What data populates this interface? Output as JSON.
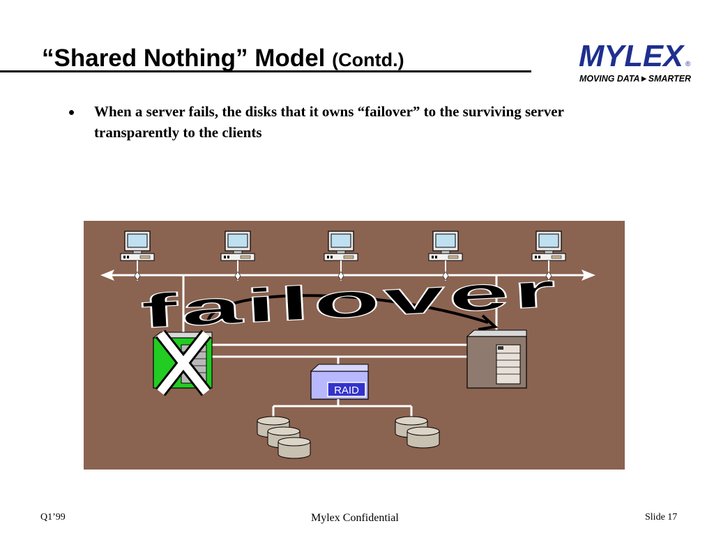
{
  "slide": {
    "title_main": "“Shared Nothing” Model",
    "title_sub": "(Contd.)",
    "bullets": [
      "When a server fails, the disks that it owns “failover” to the surviving server transparently to the clients"
    ]
  },
  "logo": {
    "name": "MYLEX",
    "tagline": "MOVING DATA►SMARTER",
    "registered": "®"
  },
  "diagram": {
    "arc_label": "failover",
    "raid_label": "RAID",
    "failed_mark": "X",
    "client_count": 5,
    "colors": {
      "background": "#8B6351",
      "failed_server": "#22CC22",
      "raid_box": "#B8B8FF",
      "raid_label_bg": "#3333CC",
      "disk": "#C8C0B0",
      "server": "#8E7A6E"
    }
  },
  "footer": {
    "left": "Q1’99",
    "center": "Mylex Confidential",
    "right": "Slide 17"
  }
}
